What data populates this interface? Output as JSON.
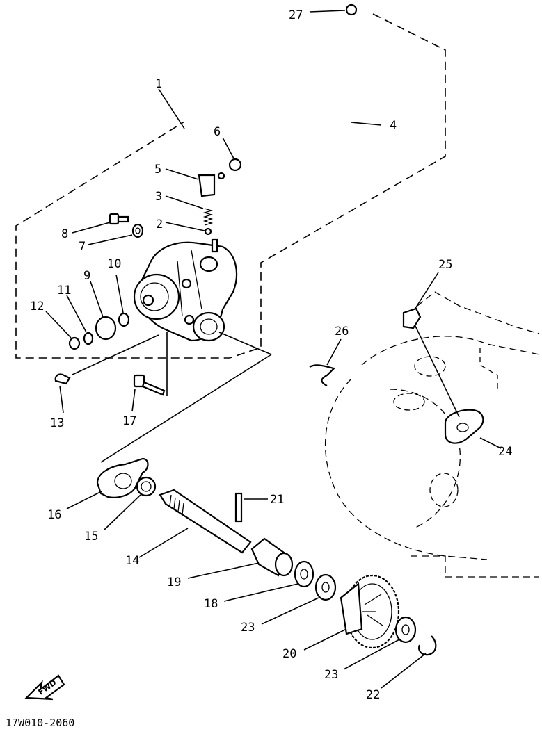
{
  "diagram": {
    "parts": [
      {
        "id": "1",
        "label": "1"
      },
      {
        "id": "2",
        "label": "2"
      },
      {
        "id": "3",
        "label": "3"
      },
      {
        "id": "4",
        "label": "4"
      },
      {
        "id": "5",
        "label": "5"
      },
      {
        "id": "6",
        "label": "6"
      },
      {
        "id": "7",
        "label": "7"
      },
      {
        "id": "8",
        "label": "8"
      },
      {
        "id": "9",
        "label": "9"
      },
      {
        "id": "10",
        "label": "10"
      },
      {
        "id": "11",
        "label": "11"
      },
      {
        "id": "12",
        "label": "12"
      },
      {
        "id": "13",
        "label": "13"
      },
      {
        "id": "14",
        "label": "14"
      },
      {
        "id": "15",
        "label": "15"
      },
      {
        "id": "16",
        "label": "16"
      },
      {
        "id": "17",
        "label": "17"
      },
      {
        "id": "18",
        "label": "18"
      },
      {
        "id": "19",
        "label": "19"
      },
      {
        "id": "20",
        "label": "20"
      },
      {
        "id": "21",
        "label": "21"
      },
      {
        "id": "22",
        "label": "22"
      },
      {
        "id": "23a",
        "label": "23"
      },
      {
        "id": "23b",
        "label": "23"
      },
      {
        "id": "24",
        "label": "24"
      },
      {
        "id": "25",
        "label": "25"
      },
      {
        "id": "26",
        "label": "26"
      },
      {
        "id": "27",
        "label": "27"
      }
    ],
    "fwd_label": "FWD",
    "drawing_code": "17W010-2060"
  }
}
